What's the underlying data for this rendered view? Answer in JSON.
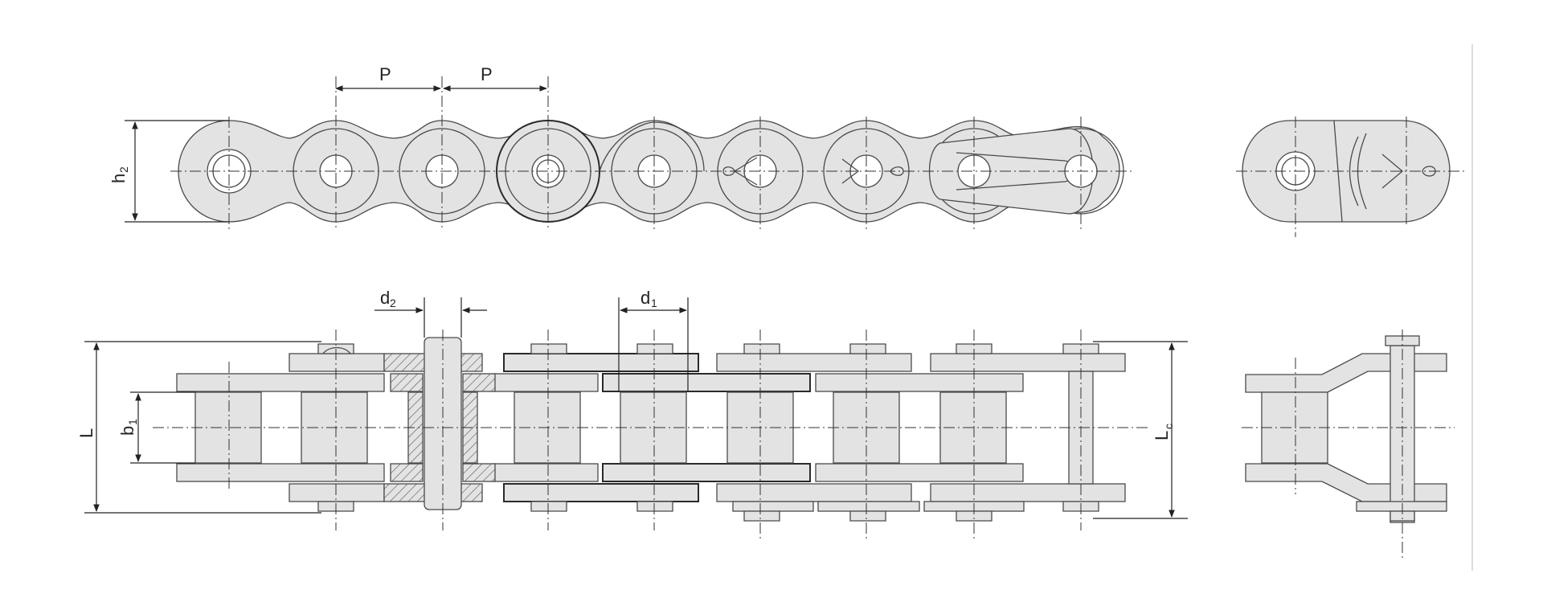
{
  "diagram": {
    "labels": {
      "pitch_1": "P",
      "pitch_2": "P",
      "plate_height": "h",
      "plate_height_sub": "2",
      "pin_diameter": "d",
      "pin_diameter_sub": "2",
      "roller_diameter": "d",
      "roller_diameter_sub": "1",
      "overall_length": "L",
      "inner_width": "b",
      "inner_width_sub": "1",
      "connecting_length": "L",
      "connecting_length_sub": "c"
    },
    "top_view_pin_count": 9,
    "bottom_view_link_count": 9
  }
}
